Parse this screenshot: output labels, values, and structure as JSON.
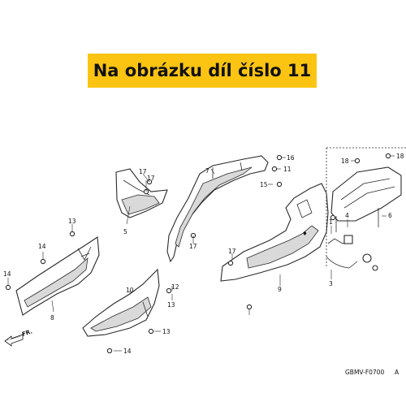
{
  "banner": {
    "text": "Na obrázku díl číslo 11",
    "color": "#fbc412"
  },
  "diagram_code": "GBMV-F0700",
  "diagram_suffix": "A",
  "front_marker": "FR.",
  "callouts": {
    "c1": "1",
    "c3": "3",
    "c4": "4",
    "c5": "5",
    "c6": "6",
    "c7": "7",
    "c8": "8",
    "c9": "9",
    "c10": "10",
    "c11": "11",
    "c12": "12",
    "c13_a": "13",
    "c13_b": "13",
    "c13_c": "13",
    "c14_a": "14",
    "c14_b": "14",
    "c14_c": "14",
    "c15": "15",
    "c16": "16",
    "c17_a": "17",
    "c17_b": "17",
    "c17_c": "17",
    "c17_d": "17",
    "c18_a": "18",
    "c18_b": "18"
  }
}
